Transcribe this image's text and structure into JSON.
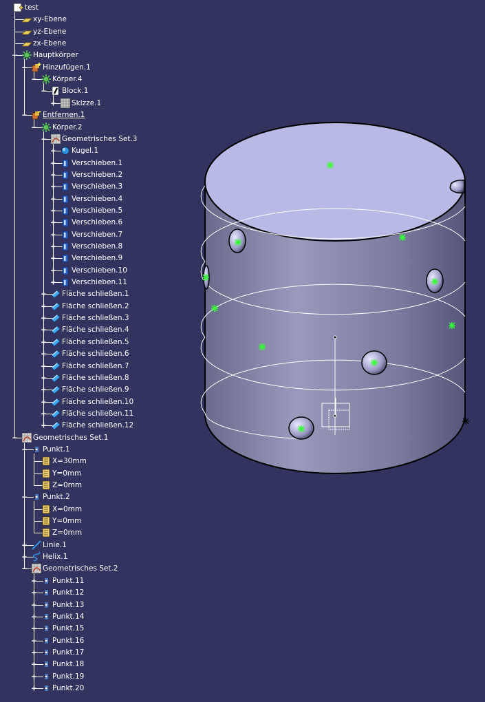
{
  "tree": [
    {
      "label": "test",
      "depth": 0,
      "icon": "part-icon",
      "toggle": ""
    },
    {
      "label": "xy-Ebene",
      "depth": 1,
      "icon": "plane-icon",
      "toggle": ""
    },
    {
      "label": "yz-Ebene",
      "depth": 1,
      "icon": "plane-icon",
      "toggle": ""
    },
    {
      "label": "zx-Ebene",
      "depth": 1,
      "icon": "plane-icon",
      "toggle": ""
    },
    {
      "label": "Hauptkörper",
      "depth": 1,
      "icon": "body-icon",
      "toggle": "-"
    },
    {
      "label": "Hinzufügen.1",
      "depth": 2,
      "icon": "add-icon",
      "toggle": "-"
    },
    {
      "label": "Körper.4",
      "depth": 3,
      "icon": "body-icon",
      "toggle": "-"
    },
    {
      "label": "Block.1",
      "depth": 4,
      "icon": "pad-icon",
      "toggle": "-"
    },
    {
      "label": "Skizze.1",
      "depth": 5,
      "icon": "sketch-icon",
      "toggle": "+"
    },
    {
      "label": "Entfernen.1",
      "depth": 2,
      "icon": "remove-icon",
      "toggle": "-",
      "underline": true
    },
    {
      "label": "Körper.2",
      "depth": 3,
      "icon": "body-icon",
      "toggle": "-"
    },
    {
      "label": "Geometrisches Set.3",
      "depth": 4,
      "icon": "geoset-icon",
      "toggle": "-"
    },
    {
      "label": "Kugel.1",
      "depth": 5,
      "icon": "sphere-icon",
      "toggle": "+"
    },
    {
      "label": "Verschieben.1",
      "depth": 5,
      "icon": "translate-icon",
      "toggle": "+"
    },
    {
      "label": "Verschieben.2",
      "depth": 5,
      "icon": "translate-icon",
      "toggle": "+"
    },
    {
      "label": "Verschieben.3",
      "depth": 5,
      "icon": "translate-icon",
      "toggle": "+"
    },
    {
      "label": "Verschieben.4",
      "depth": 5,
      "icon": "translate-icon",
      "toggle": "+"
    },
    {
      "label": "Verschieben.5",
      "depth": 5,
      "icon": "translate-icon",
      "toggle": "+"
    },
    {
      "label": "Verschieben.6",
      "depth": 5,
      "icon": "translate-icon",
      "toggle": "+"
    },
    {
      "label": "Verschieben.7",
      "depth": 5,
      "icon": "translate-icon",
      "toggle": "+"
    },
    {
      "label": "Verschieben.8",
      "depth": 5,
      "icon": "translate-icon",
      "toggle": "+"
    },
    {
      "label": "Verschieben.9",
      "depth": 5,
      "icon": "translate-icon",
      "toggle": "+"
    },
    {
      "label": "Verschieben.10",
      "depth": 5,
      "icon": "translate-icon",
      "toggle": "+"
    },
    {
      "label": "Verschieben.11",
      "depth": 5,
      "icon": "translate-icon",
      "toggle": "+"
    },
    {
      "label": "Fläche schließen.1",
      "depth": 4,
      "icon": "close-surface-icon",
      "toggle": "+"
    },
    {
      "label": "Fläche schließen.2",
      "depth": 4,
      "icon": "close-surface-icon",
      "toggle": "+"
    },
    {
      "label": "Fläche schließen.3",
      "depth": 4,
      "icon": "close-surface-icon",
      "toggle": "+"
    },
    {
      "label": "Fläche schließen.4",
      "depth": 4,
      "icon": "close-surface-icon",
      "toggle": "+"
    },
    {
      "label": "Fläche schließen.5",
      "depth": 4,
      "icon": "close-surface-icon",
      "toggle": "+"
    },
    {
      "label": "Fläche schließen.6",
      "depth": 4,
      "icon": "close-surface-icon",
      "toggle": "+"
    },
    {
      "label": "Fläche schließen.7",
      "depth": 4,
      "icon": "close-surface-icon",
      "toggle": "+"
    },
    {
      "label": "Fläche schließen.8",
      "depth": 4,
      "icon": "close-surface-icon",
      "toggle": "+"
    },
    {
      "label": "Fläche schließen.9",
      "depth": 4,
      "icon": "close-surface-icon",
      "toggle": "+"
    },
    {
      "label": "Fläche schließen.10",
      "depth": 4,
      "icon": "close-surface-icon",
      "toggle": "+"
    },
    {
      "label": "Fläche schließen.11",
      "depth": 4,
      "icon": "close-surface-icon",
      "toggle": "+"
    },
    {
      "label": "Fläche schließen.12",
      "depth": 4,
      "icon": "close-surface-icon",
      "toggle": "+"
    },
    {
      "label": "Geometrisches Set.1",
      "depth": 1,
      "icon": "geoset-icon",
      "toggle": "-"
    },
    {
      "label": "Punkt.1",
      "depth": 2,
      "icon": "point-icon",
      "toggle": "-"
    },
    {
      "label": "X=30mm",
      "depth": 3,
      "icon": "parameter-icon",
      "toggle": ""
    },
    {
      "label": "Y=0mm",
      "depth": 3,
      "icon": "parameter-icon",
      "toggle": ""
    },
    {
      "label": "Z=0mm",
      "depth": 3,
      "icon": "parameter-icon",
      "toggle": ""
    },
    {
      "label": "Punkt.2",
      "depth": 2,
      "icon": "point-icon",
      "toggle": "-"
    },
    {
      "label": "X=0mm",
      "depth": 3,
      "icon": "parameter-icon",
      "toggle": ""
    },
    {
      "label": "Y=0mm",
      "depth": 3,
      "icon": "parameter-icon",
      "toggle": ""
    },
    {
      "label": "Z=0mm",
      "depth": 3,
      "icon": "parameter-icon",
      "toggle": ""
    },
    {
      "label": "Linie.1",
      "depth": 2,
      "icon": "line-icon",
      "toggle": "+"
    },
    {
      "label": "Helix.1",
      "depth": 2,
      "icon": "helix-icon",
      "toggle": "+"
    },
    {
      "label": "Geometrisches Set.2",
      "depth": 2,
      "icon": "geoset-icon",
      "toggle": "-"
    },
    {
      "label": "Punkt.11",
      "depth": 3,
      "icon": "point-icon",
      "toggle": "+"
    },
    {
      "label": "Punkt.12",
      "depth": 3,
      "icon": "point-icon",
      "toggle": "+"
    },
    {
      "label": "Punkt.13",
      "depth": 3,
      "icon": "point-icon",
      "toggle": "+"
    },
    {
      "label": "Punkt.14",
      "depth": 3,
      "icon": "point-icon",
      "toggle": "+"
    },
    {
      "label": "Punkt.15",
      "depth": 3,
      "icon": "point-icon",
      "toggle": "+"
    },
    {
      "label": "Punkt.16",
      "depth": 3,
      "icon": "point-icon",
      "toggle": "+"
    },
    {
      "label": "Punkt.17",
      "depth": 3,
      "icon": "point-icon",
      "toggle": "+"
    },
    {
      "label": "Punkt.18",
      "depth": 3,
      "icon": "point-icon",
      "toggle": "+"
    },
    {
      "label": "Punkt.19",
      "depth": 3,
      "icon": "point-icon",
      "toggle": "+"
    },
    {
      "label": "Punkt.20",
      "depth": 3,
      "icon": "point-icon",
      "toggle": "+"
    }
  ],
  "colors": {
    "background": "#33335f",
    "cylinder_top": "#b9b9e6",
    "cylinder_side": "#8e8eb0",
    "point_marker": "#33ff33",
    "tree_text": "#ffffff"
  }
}
